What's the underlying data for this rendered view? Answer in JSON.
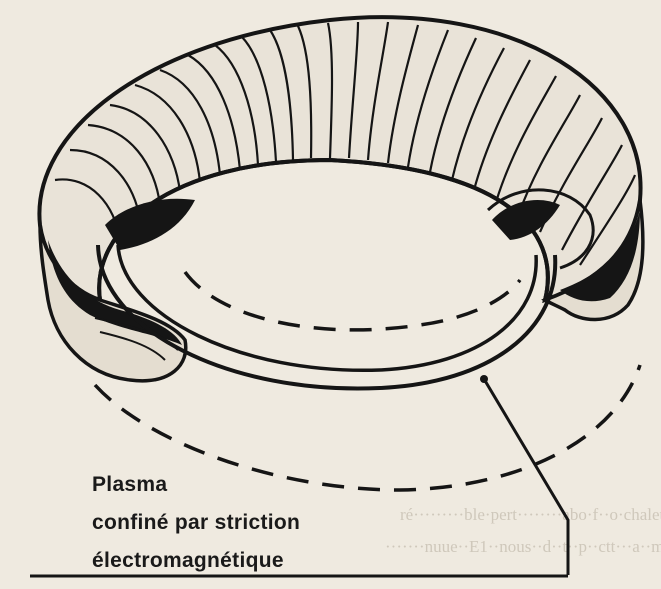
{
  "figure": {
    "label_lines": [
      "Plasma",
      "confiné par striction",
      "électromagnétique"
    ],
    "labeled_part": "plasma-ring",
    "colors": {
      "paper": "#efeae0",
      "ink": "#151515",
      "bleed_through": "#cfc8bb"
    }
  }
}
